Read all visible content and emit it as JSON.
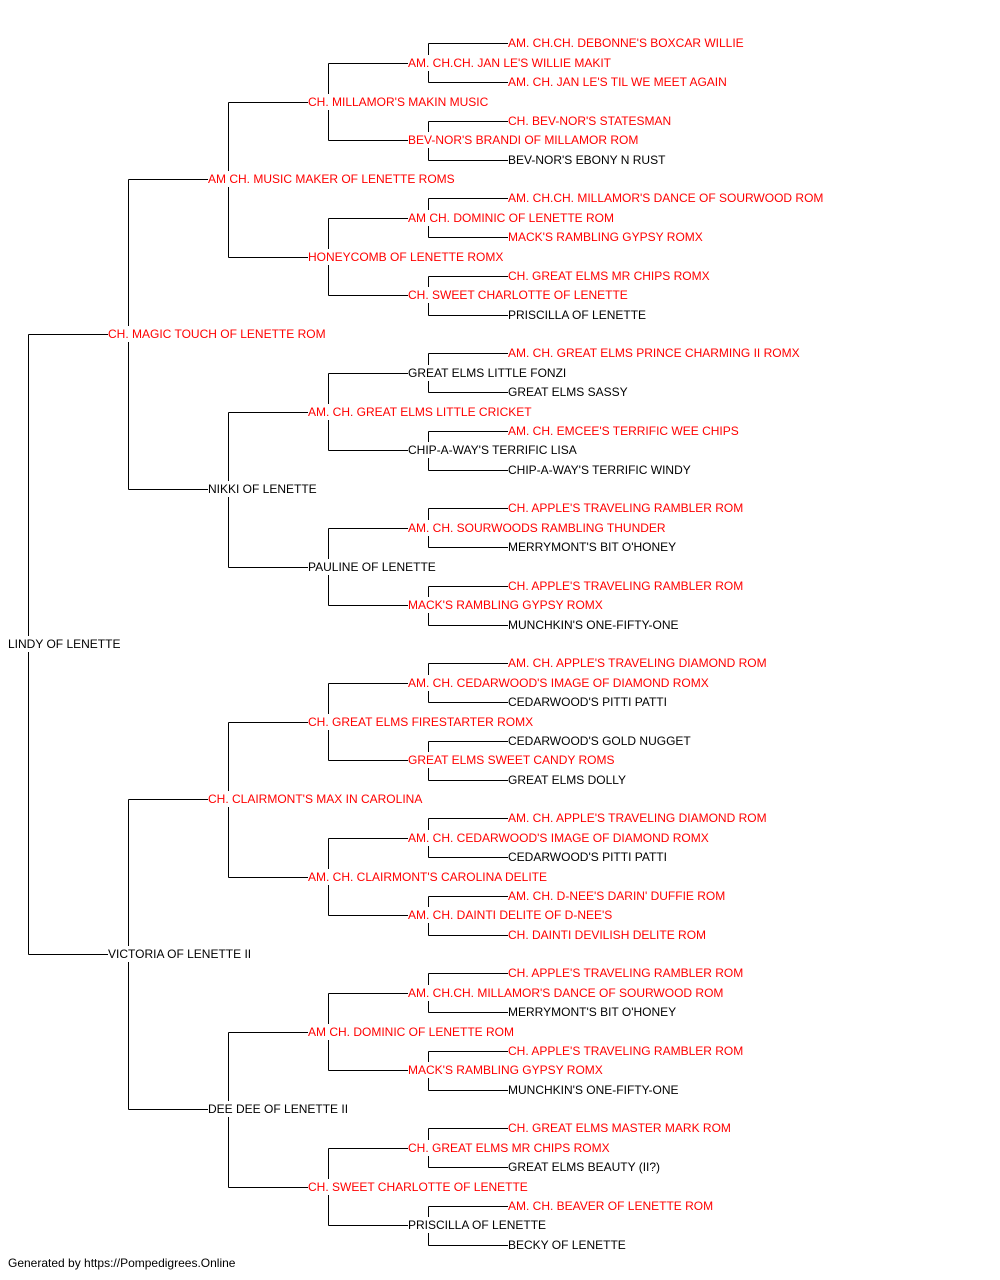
{
  "colors": {
    "champion": "#ff0000",
    "normal": "#000000",
    "lines": "#000000"
  },
  "footer_text": "Generated by https://Pompedigrees.Online",
  "pedigree": {
    "name": "LINDY OF LENETTE",
    "champion": false,
    "sire": {
      "name": "CH. MAGIC TOUCH OF LENETTE ROM",
      "champion": true,
      "sire": {
        "name": "AM CH. MUSIC MAKER OF LENETTE ROMS",
        "champion": true,
        "sire": {
          "name": "CH. MILLAMOR'S MAKIN MUSIC",
          "champion": true,
          "sire": {
            "name": "AM. CH.CH. JAN LE'S WILLIE MAKIT",
            "champion": true,
            "sire": {
              "name": "AM. CH.CH. DEBONNE'S BOXCAR WILLIE",
              "champion": true
            },
            "dam": {
              "name": "AM. CH. JAN LE'S TIL WE MEET AGAIN",
              "champion": true
            }
          },
          "dam": {
            "name": "BEV-NOR'S BRANDI OF MILLAMOR ROM",
            "champion": true,
            "sire": {
              "name": "CH. BEV-NOR'S STATESMAN",
              "champion": true
            },
            "dam": {
              "name": "BEV-NOR'S EBONY N RUST",
              "champion": false
            }
          }
        },
        "dam": {
          "name": "HONEYCOMB OF LENETTE ROMX",
          "champion": true,
          "sire": {
            "name": "AM CH. DOMINIC OF LENETTE ROM",
            "champion": true,
            "sire": {
              "name": "AM. CH.CH. MILLAMOR'S DANCE OF SOURWOOD ROM",
              "champion": true
            },
            "dam": {
              "name": "MACK'S RAMBLING GYPSY ROMX",
              "champion": true
            }
          },
          "dam": {
            "name": "CH. SWEET CHARLOTTE OF LENETTE",
            "champion": true,
            "sire": {
              "name": "CH. GREAT ELMS MR CHIPS ROMX",
              "champion": true
            },
            "dam": {
              "name": "PRISCILLA OF LENETTE",
              "champion": false
            }
          }
        }
      },
      "dam": {
        "name": "NIKKI OF LENETTE",
        "champion": false,
        "sire": {
          "name": "AM. CH. GREAT ELMS LITTLE CRICKET",
          "champion": true,
          "sire": {
            "name": "GREAT ELMS LITTLE FONZI",
            "champion": false,
            "sire": {
              "name": "AM. CH. GREAT ELMS PRINCE CHARMING II ROMX",
              "champion": true
            },
            "dam": {
              "name": "GREAT ELMS SASSY",
              "champion": false
            }
          },
          "dam": {
            "name": "CHIP-A-WAY'S TERRIFIC LISA",
            "champion": false,
            "sire": {
              "name": "AM. CH. EMCEE'S TERRIFIC WEE CHIPS",
              "champion": true
            },
            "dam": {
              "name": "CHIP-A-WAY'S TERRIFIC WINDY",
              "champion": false
            }
          }
        },
        "dam": {
          "name": "PAULINE OF LENETTE",
          "champion": false,
          "sire": {
            "name": "AM. CH. SOURWOODS RAMBLING THUNDER",
            "champion": true,
            "sire": {
              "name": "CH. APPLE'S TRAVELING RAMBLER ROM",
              "champion": true
            },
            "dam": {
              "name": "MERRYMONT'S BIT O'HONEY",
              "champion": false
            }
          },
          "dam": {
            "name": "MACK'S RAMBLING GYPSY ROMX",
            "champion": true,
            "sire": {
              "name": "CH. APPLE'S TRAVELING RAMBLER ROM",
              "champion": true
            },
            "dam": {
              "name": "MUNCHKIN'S ONE-FIFTY-ONE",
              "champion": false
            }
          }
        }
      }
    },
    "dam": {
      "name": "VICTORIA OF LENETTE II",
      "champion": false,
      "sire": {
        "name": "CH. CLAIRMONT'S MAX IN CAROLINA",
        "champion": true,
        "sire": {
          "name": "CH. GREAT ELMS FIRESTARTER ROMX",
          "champion": true,
          "sire": {
            "name": "AM. CH. CEDARWOOD'S IMAGE OF DIAMOND ROMX",
            "champion": true,
            "sire": {
              "name": "AM. CH. APPLE'S TRAVELING DIAMOND ROM",
              "champion": true
            },
            "dam": {
              "name": "CEDARWOOD'S PITTI PATTI",
              "champion": false
            }
          },
          "dam": {
            "name": "GREAT ELMS SWEET CANDY ROMS",
            "champion": true,
            "sire": {
              "name": "CEDARWOOD'S GOLD NUGGET",
              "champion": false
            },
            "dam": {
              "name": "GREAT ELMS DOLLY",
              "champion": false
            }
          }
        },
        "dam": {
          "name": "AM. CH. CLAIRMONT'S CAROLINA DELITE",
          "champion": true,
          "sire": {
            "name": "AM. CH. CEDARWOOD'S IMAGE OF DIAMOND ROMX",
            "champion": true,
            "sire": {
              "name": "AM. CH. APPLE'S TRAVELING DIAMOND ROM",
              "champion": true
            },
            "dam": {
              "name": "CEDARWOOD'S PITTI PATTI",
              "champion": false
            }
          },
          "dam": {
            "name": "AM. CH. DAINTI DELITE OF D-NEE'S",
            "champion": true,
            "sire": {
              "name": "AM. CH. D-NEE'S DARIN' DUFFIE ROM",
              "champion": true
            },
            "dam": {
              "name": "CH. DAINTI DEVILISH DELITE ROM",
              "champion": true
            }
          }
        }
      },
      "dam": {
        "name": "DEE DEE OF LENETTE II",
        "champion": false,
        "sire": {
          "name": "AM CH. DOMINIC OF LENETTE ROM",
          "champion": true,
          "sire": {
            "name": "AM. CH.CH. MILLAMOR'S DANCE OF SOURWOOD ROM",
            "champion": true,
            "sire": {
              "name": "CH. APPLE'S TRAVELING RAMBLER ROM",
              "champion": true
            },
            "dam": {
              "name": "MERRYMONT'S BIT O'HONEY",
              "champion": false
            }
          },
          "dam": {
            "name": "MACK'S RAMBLING GYPSY ROMX",
            "champion": true,
            "sire": {
              "name": "CH. APPLE'S TRAVELING RAMBLER ROM",
              "champion": true
            },
            "dam": {
              "name": "MUNCHKIN'S ONE-FIFTY-ONE",
              "champion": false
            }
          }
        },
        "dam": {
          "name": "CH. SWEET CHARLOTTE OF LENETTE",
          "champion": true,
          "sire": {
            "name": "CH. GREAT ELMS MR CHIPS ROMX",
            "champion": true,
            "sire": {
              "name": "CH. GREAT ELMS MASTER MARK ROM",
              "champion": true
            },
            "dam": {
              "name": "GREAT ELMS BEAUTY (II?)",
              "champion": false
            }
          },
          "dam": {
            "name": "PRISCILLA OF LENETTE",
            "champion": false,
            "sire": {
              "name": "AM. CH. BEAVER OF LENETTE ROM",
              "champion": true
            },
            "dam": {
              "name": "BECKY OF LENETTE",
              "champion": false
            }
          }
        }
      }
    }
  }
}
